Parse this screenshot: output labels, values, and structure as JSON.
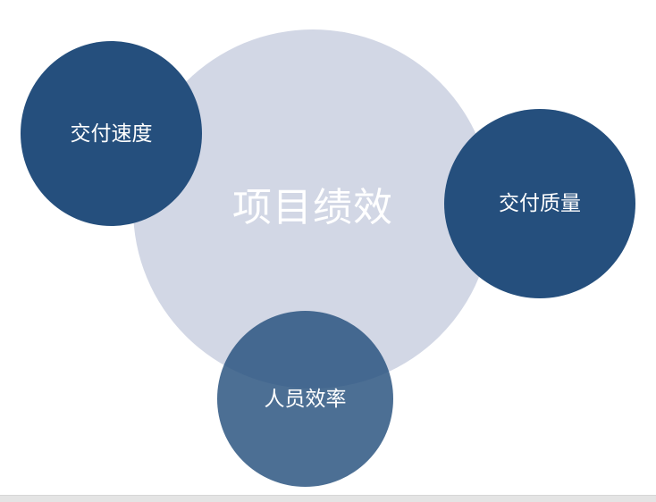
{
  "diagram": {
    "center": {
      "label": "项目绩效"
    },
    "satellites": [
      {
        "label": "交付速度"
      },
      {
        "label": "交付质量"
      },
      {
        "label": "人员效率"
      }
    ]
  },
  "colors": {
    "center_fill": "#d2d7e5",
    "satellite_fill": "#254f7d",
    "overlap_satellite_fill": "#4a6890",
    "text": "#ffffff"
  }
}
